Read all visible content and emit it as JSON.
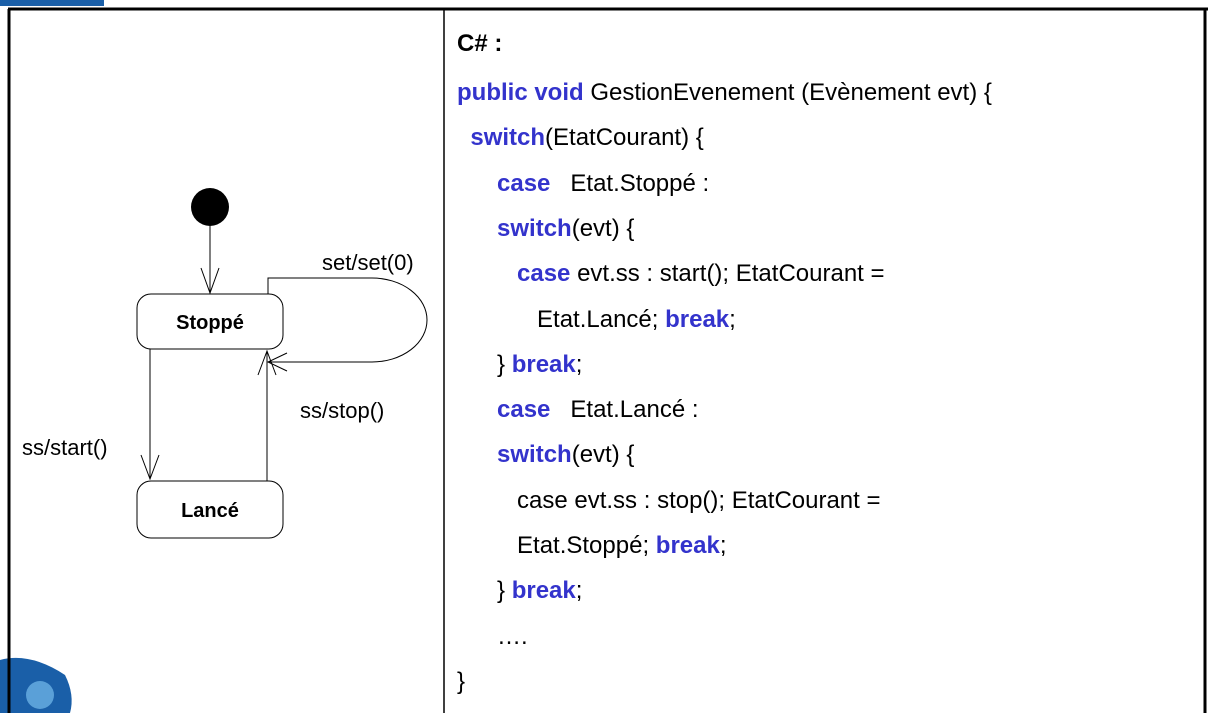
{
  "diagram": {
    "states": {
      "stopped": "Stoppé",
      "running": "Lancé"
    },
    "transitions": {
      "set": "set/set(0)",
      "stop": "ss/stop()",
      "start": "ss/start()"
    }
  },
  "code": {
    "heading": "C# :",
    "lines": [
      [
        {
          "t": "public void",
          "kw": true
        },
        {
          "t": " GestionEvenement (Evènement evt) {"
        }
      ],
      [
        {
          "t": "  "
        },
        {
          "t": "switch",
          "kw": true
        },
        {
          "t": "(EtatCourant) {"
        }
      ],
      [
        {
          "t": "      "
        },
        {
          "t": "case",
          "kw": true
        },
        {
          "t": "   Etat.Stoppé :"
        }
      ],
      [
        {
          "t": "      "
        },
        {
          "t": "switch",
          "kw": true
        },
        {
          "t": "(evt) {"
        }
      ],
      [
        {
          "t": "         "
        },
        {
          "t": "case",
          "kw": true
        },
        {
          "t": " evt.ss : start(); EtatCourant ="
        }
      ],
      [
        {
          "t": "            Etat.Lancé; "
        },
        {
          "t": "break",
          "kw": true
        },
        {
          "t": ";"
        }
      ],
      [
        {
          "t": "      } "
        },
        {
          "t": "break",
          "kw": true
        },
        {
          "t": ";"
        }
      ],
      [
        {
          "t": "      "
        },
        {
          "t": "case",
          "kw": true
        },
        {
          "t": "   Etat.Lancé :"
        }
      ],
      [
        {
          "t": "      "
        },
        {
          "t": "switch",
          "kw": true
        },
        {
          "t": "(evt) {"
        }
      ],
      [
        {
          "t": "         case evt.ss : stop(); EtatCourant ="
        }
      ],
      [
        {
          "t": "         Etat.Stoppé; "
        },
        {
          "t": "break",
          "kw": true
        },
        {
          "t": ";"
        }
      ],
      [
        {
          "t": "      } "
        },
        {
          "t": "break",
          "kw": true
        },
        {
          "t": ";"
        }
      ],
      [
        {
          "t": "      …."
        }
      ],
      [
        {
          "t": "}"
        }
      ]
    ]
  },
  "colors": {
    "keyword": "#3333cc",
    "logo": "#1a5fa8"
  }
}
